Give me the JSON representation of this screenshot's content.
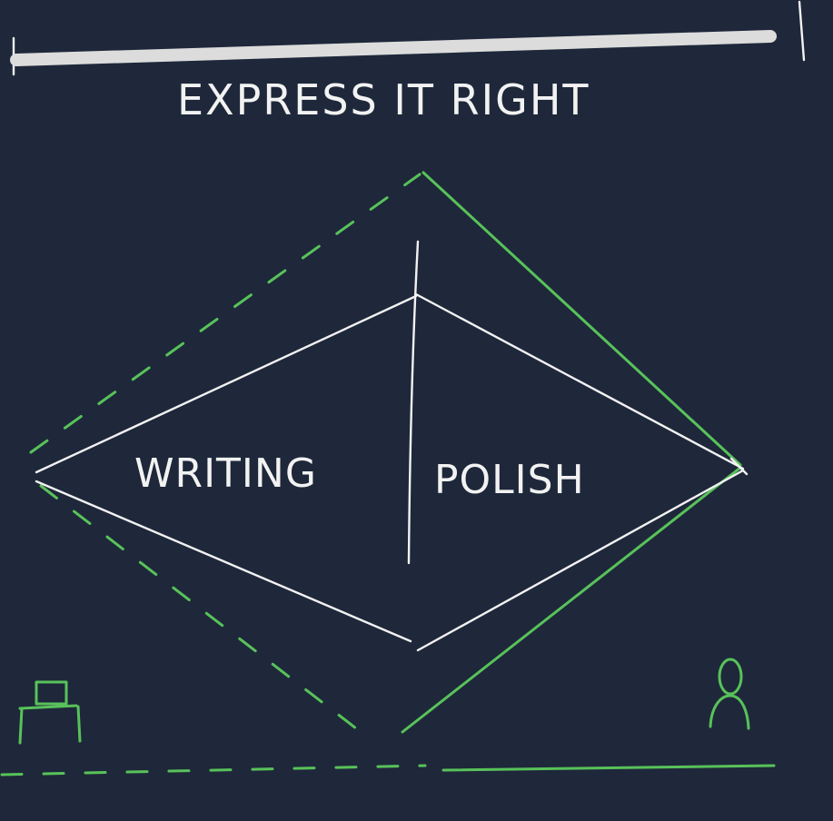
{
  "title": "EXPRESS IT RIGHT",
  "labels": {
    "left": "WRITING",
    "right": "POLISH"
  },
  "colors": {
    "background": "#1e283a",
    "ink": "#f2f2f2",
    "accent": "#58c25a"
  },
  "icons": {
    "left": "desk-icon",
    "right": "person-icon"
  }
}
